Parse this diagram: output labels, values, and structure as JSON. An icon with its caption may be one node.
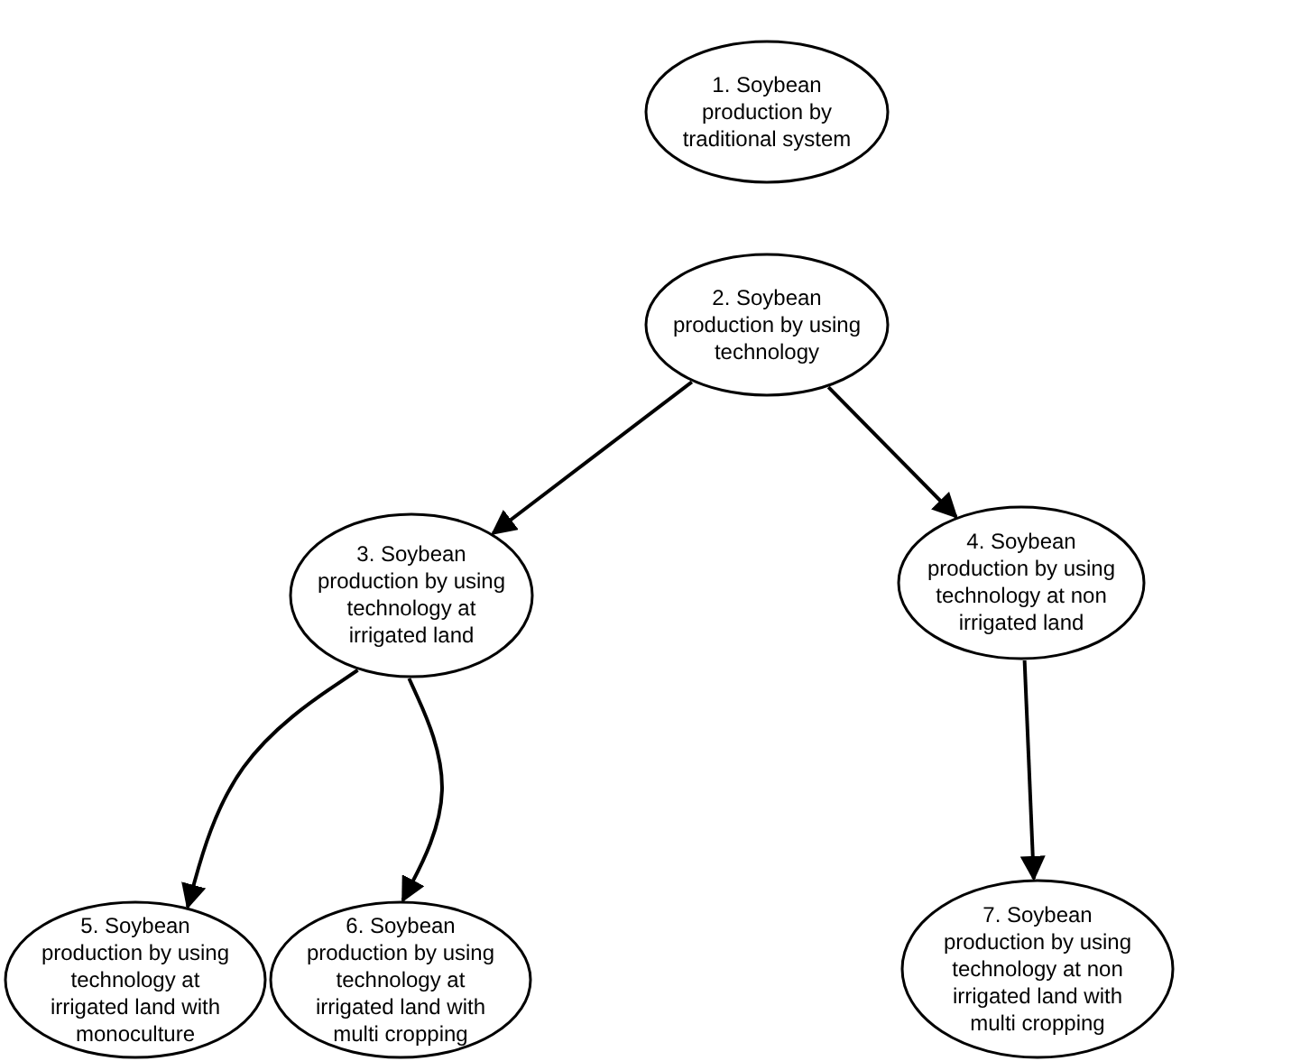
{
  "diagram": {
    "nodes": [
      {
        "text": [
          "1. Soybean production by traditional system"
        ]
      },
      {
        "text": [
          "2. Soybean production by using technology"
        ]
      },
      {
        "text": [
          "3. Soybean production by using technology at irrigated land"
        ]
      },
      {
        "text": [
          "4. Soybean production by using technology at non irrigated land"
        ]
      },
      {
        "text": [
          "5. Soybean production by using technology at irrigated land with monoculture"
        ]
      },
      {
        "text": [
          "6. Soybean production by using technology at irrigated land with multi cropping"
        ]
      },
      {
        "text": [
          "7. Soybean production by using technology at non irrigated land with multi cropping"
        ]
      }
    ],
    "edges": [
      {
        "from": 1,
        "to": 2,
        "arrow": "to"
      },
      {
        "from": 1,
        "to": 3,
        "arrow": "to"
      },
      {
        "from": 2,
        "to": 4,
        "arrow": "to"
      },
      {
        "from": 2,
        "to": 5,
        "arrow": "to"
      },
      {
        "from": 3,
        "to": 6,
        "arrow": "to"
      }
    ]
  }
}
